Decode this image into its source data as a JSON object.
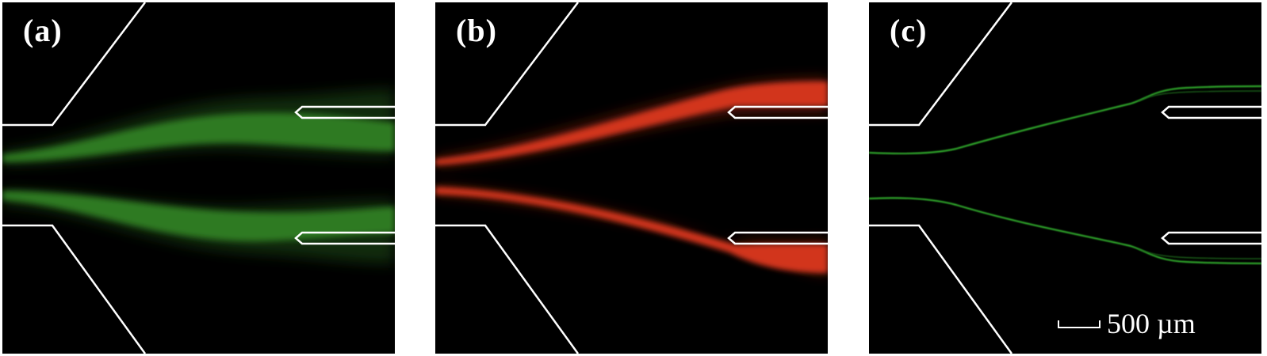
{
  "figure": {
    "panels": [
      {
        "label": "(a)",
        "stream_color": "#2f7a24",
        "stream_style": "wide"
      },
      {
        "label": "(b)",
        "stream_color": "#d2361f",
        "stream_style": "wide"
      },
      {
        "label": "(c)",
        "stream_color": "#2fa52a",
        "stream_style": "thin-line"
      }
    ],
    "scale_bar": {
      "label": "500 µm"
    },
    "channel_outline_color": "#ffffff",
    "background_color": "#000000"
  }
}
